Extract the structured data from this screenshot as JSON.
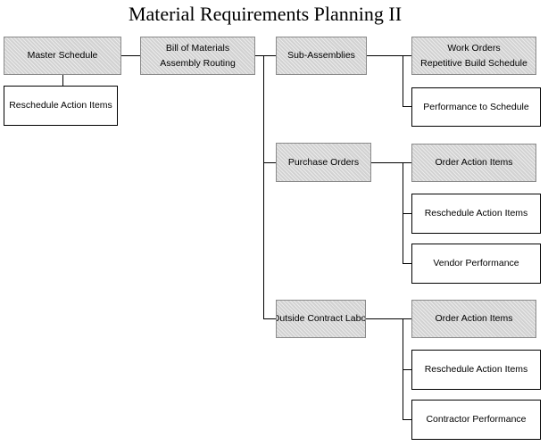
{
  "title": "Material Requirements Planning II",
  "nodes": {
    "master_schedule": [
      "Master Schedule"
    ],
    "reschedule_master": [
      "Reschedule Action Items"
    ],
    "bill_of_materials": [
      "Bill of Materials",
      "Assembly Routing"
    ],
    "sub_assemblies": [
      "Sub-Assemblies"
    ],
    "work_orders": [
      "Work Orders",
      "Repetitive Build Schedule"
    ],
    "performance_schedule": [
      "Performance to Schedule"
    ],
    "purchase_orders": [
      "Purchase Orders"
    ],
    "po_order_action": [
      "Order Action Items"
    ],
    "po_reschedule": [
      "Reschedule Action Items"
    ],
    "vendor_performance": [
      "Vendor Performance"
    ],
    "outside_contract": [
      "Outside Contract Labor"
    ],
    "oc_order_action": [
      "Order Action Items"
    ],
    "oc_reschedule": [
      "Reschedule Action Items"
    ],
    "contractor_performance": [
      "Contractor Performance"
    ]
  }
}
